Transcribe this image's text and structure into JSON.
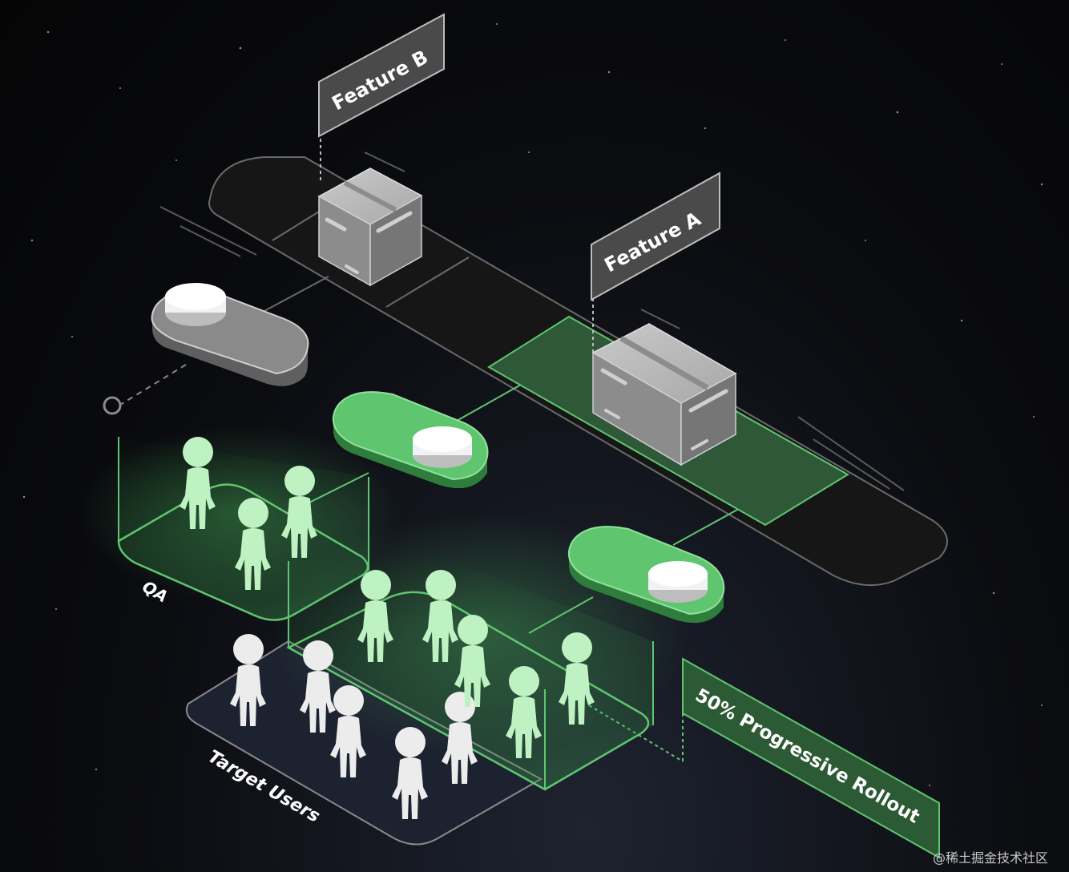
{
  "labels": {
    "feature_b": "Feature  B",
    "feature_a": "Feature  A",
    "qa": "QA",
    "target_users": "Target Users",
    "rollout": "50% Progressive Rollout"
  },
  "watermark": "@稀土掘金技术社区",
  "colors": {
    "background": "#07080b",
    "accent_green": "#5fc66f",
    "person_green": "#b8f0bc",
    "person_white": "#e6e6e6",
    "toggle_off": "#7a7a7a",
    "track_dark": "#1a1a1a",
    "track_green": "#2f5a38"
  },
  "icons": [
    "toggle-switch",
    "package-box",
    "person-figure",
    "tag-label"
  ]
}
